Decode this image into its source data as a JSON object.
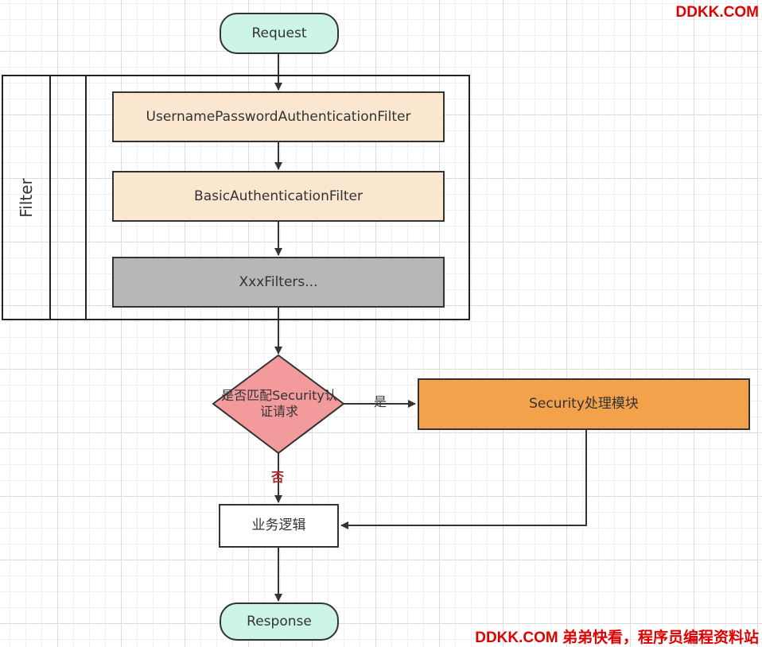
{
  "diagram": {
    "nodes": {
      "request": {
        "label": "Request"
      },
      "upaf": {
        "label": "UsernamePasswordAuthenticationFilter"
      },
      "basic": {
        "label": "BasicAuthenticationFilter"
      },
      "xxx": {
        "label": "XxxFilters..."
      },
      "decision": {
        "label": "是否匹配Security认证请求"
      },
      "security": {
        "label": "Security处理模块"
      },
      "business": {
        "label": "业务逻辑"
      },
      "response": {
        "label": "Response"
      }
    },
    "swimlane": {
      "label": "Filter"
    },
    "edges": {
      "yes": {
        "label": "是"
      },
      "no": {
        "label": "否"
      }
    }
  },
  "watermarks": {
    "top": "DDKK.COM",
    "bottom": "DDKK.COM 弟弟快看，程序员编程资料站"
  },
  "colors": {
    "terminal_fill": "#ccf5e6",
    "filter_fill": "#fbe6cf",
    "generic_filter_fill": "#b7b7b7",
    "decision_fill": "#f29a9c",
    "security_fill": "#f3a14a",
    "no_label": "#b3262e",
    "watermark": "#e10000"
  }
}
